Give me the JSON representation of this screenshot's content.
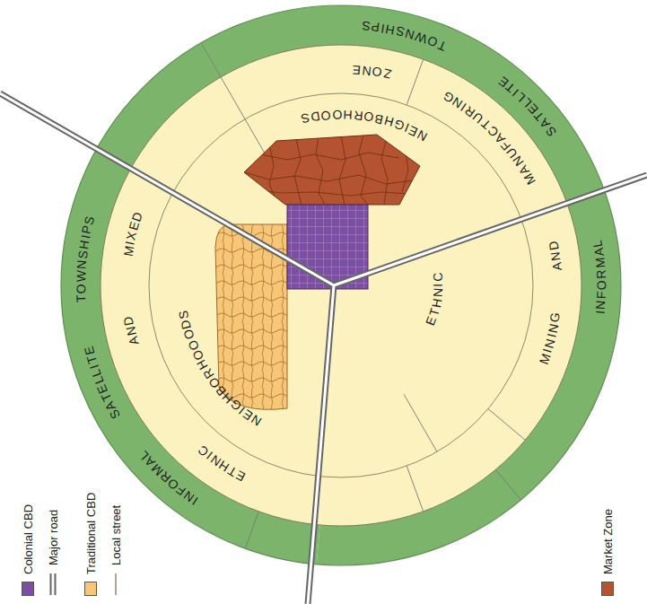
{
  "diagram": {
    "nodes": [
      {
        "text": [
          "INFORMAL SATELLITE TOWNSHIPS"
        ]
      },
      {
        "text": [
          "INFORMAL SATELLITE TOWNSHIPS"
        ]
      },
      {
        "text": [
          "MINING AND MANUFACTURING ZONE"
        ]
      },
      {
        "text": [
          "ETHNIC NEIGHBORHOODS"
        ]
      },
      {
        "text": [
          "MIXED AND ETHNIC NEIGHBORHOOODS"
        ]
      }
    ],
    "legend": [
      {
        "text": "Colonial CBD",
        "color": "#7d4fa3"
      },
      {
        "text": "Major road"
      },
      {
        "text": "Traditional CBD",
        "color": "#f7c777"
      },
      {
        "text": "Local street"
      },
      {
        "text": "Market Zone",
        "color": "#b4532f"
      }
    ]
  }
}
